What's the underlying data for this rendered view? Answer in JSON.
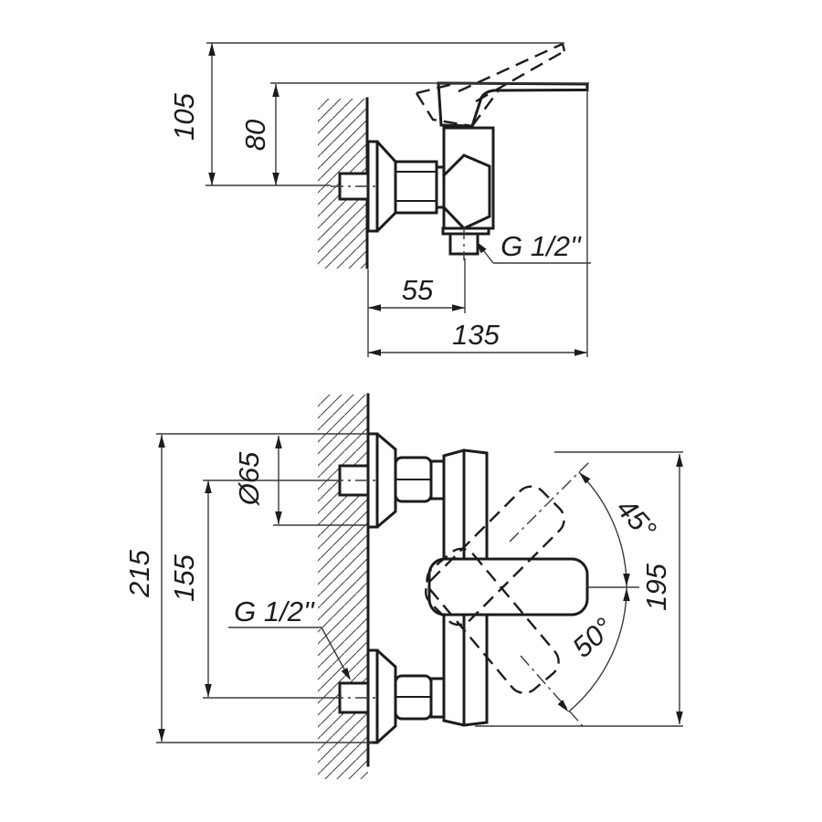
{
  "drawing": {
    "title": "wall-mounted shower mixer installation drawing",
    "background_color": "#ffffff",
    "line_color": "#1c1c1c",
    "side_view": {
      "dims": {
        "lever_raised_height": "105",
        "lever_height": "80",
        "outlet_offset": "55",
        "total_depth": "135"
      },
      "thread_label": "G 1/2''"
    },
    "front_view": {
      "dims": {
        "total_height": "215",
        "pipe_spacing": "155",
        "flange_diameter": "Ø65",
        "handle_swing_span": "195"
      },
      "angles": {
        "up": "45°",
        "down": "50°"
      },
      "thread_label": "G 1/2''"
    }
  }
}
